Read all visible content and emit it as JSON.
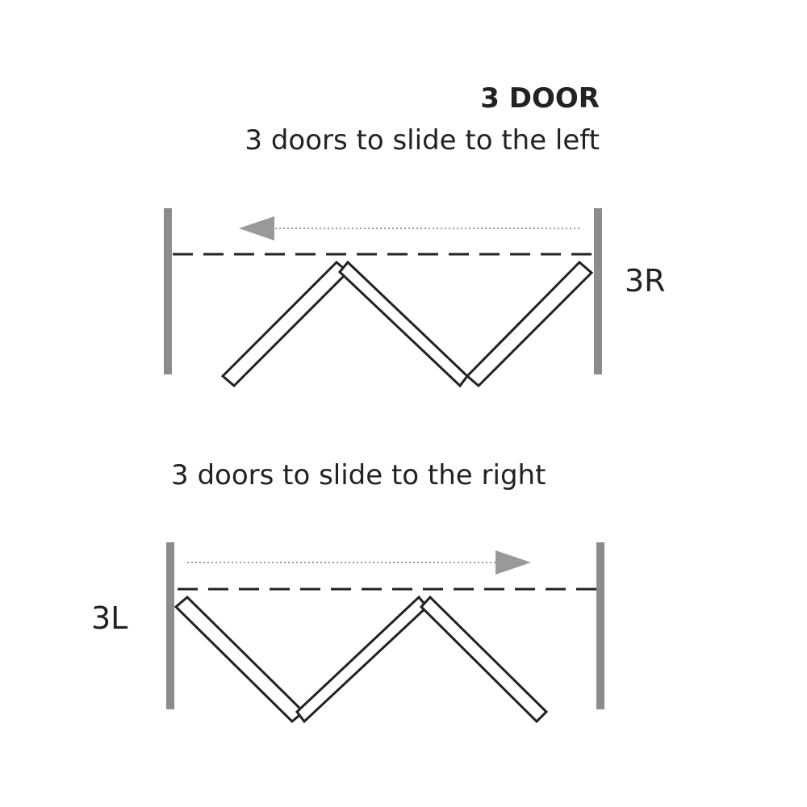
{
  "header": {
    "title": "3 DOOR"
  },
  "configurations": [
    {
      "caption": "3 doors to slide to the left",
      "code": "3R",
      "direction": "left",
      "door_count": 3
    },
    {
      "caption": "3 doors to slide to the right",
      "code": "3L",
      "direction": "right",
      "door_count": 3
    }
  ],
  "colors": {
    "frame": "#8c8c8c",
    "line": "#222222",
    "arrow": "#999999",
    "text": "#222222",
    "background": "#ffffff"
  }
}
